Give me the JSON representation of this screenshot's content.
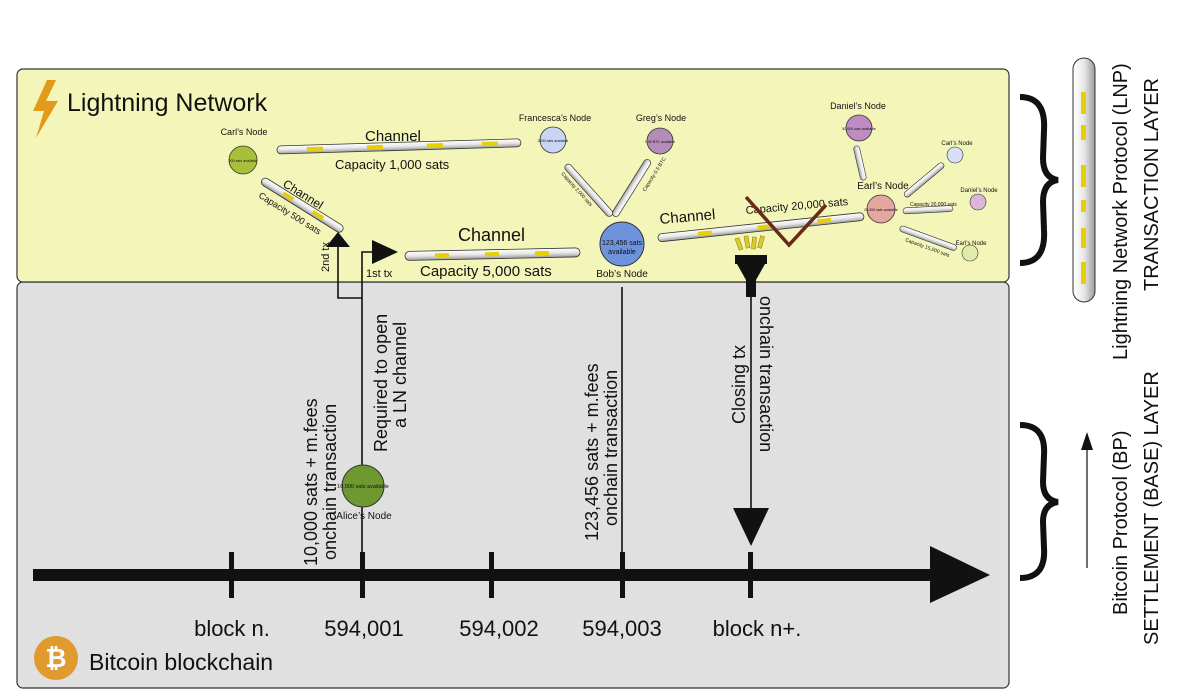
{
  "lightning": {
    "title": "Lightning Network",
    "nodes": {
      "carl_left": {
        "name": "Carl’s Node",
        "balance": "300 sats available"
      },
      "francesca": {
        "name": "Francesca’s Node",
        "balance": "2400 sats available"
      },
      "greg": {
        "name": "Greg’s Node",
        "balance": "1.00 BTC available"
      },
      "bob": {
        "name": "Bob’s Node",
        "balance_line1": "123,456 sats",
        "balance_line2": "available"
      },
      "daniel_top": {
        "name": "Daniel’s Node",
        "balance": "50,000 sats available"
      },
      "earl": {
        "name": "Earl’s Node",
        "balance": "20,000 sats available"
      },
      "carl_right": {
        "name": "Carl’s Node",
        "balance": ""
      },
      "daniel_right": {
        "name": "Daniel’s Node",
        "balance": ""
      },
      "earl_right": {
        "name": "Earl’s Node",
        "balance": ""
      }
    },
    "channels": {
      "carl_francesca": {
        "title": "Channel",
        "capacity": "Capacity 1,000 sats"
      },
      "carl_alice": {
        "title": "Channel",
        "capacity": "Capacity 500 sats"
      },
      "alice_bob": {
        "title": "Channel",
        "capacity": "Capacity 5,000 sats"
      },
      "bob_earl": {
        "title": "Channel",
        "capacity": "Capacity 20,000 sats"
      },
      "bob_francesca": {
        "capacity": "Capacity 2,000 sats"
      },
      "bob_greg": {
        "capacity": "Capacity 0.5 BTC"
      },
      "earl_carl": {
        "capacity": "Capacity 20,000 sats"
      },
      "earl_earl": {
        "capacity": "Capacity 15,000 sats"
      }
    },
    "tx_first": "1st tx",
    "tx_second": "2nd tx"
  },
  "bitcoin": {
    "title": "Bitcoin blockchain",
    "alice": {
      "name": "Alice’s Node",
      "balance": "10,000 sats available"
    },
    "alice_tx_line1": "10,000 sats + m.fees",
    "alice_tx_line2": "onchain transaction",
    "required_line1": "Required to open",
    "required_line2": "a LN channel",
    "bob_tx_line1": "123,456 sats + m.fees",
    "bob_tx_line2": "onchain transaction",
    "closing": "Closing tx",
    "closing_onchain": "onchain transaction",
    "blocks": [
      "block n.",
      "594,001",
      "594,002",
      "594,003",
      "block n+."
    ]
  },
  "legend": {
    "lnp_line1": "Lightning Network Protocol (LNP)",
    "lnp_line2": "TRANSACTION LAYER",
    "bp_line1": "Bitcoin Protocol (BP)",
    "bp_line2": "SETTLEMENT (BASE) LAYER"
  }
}
